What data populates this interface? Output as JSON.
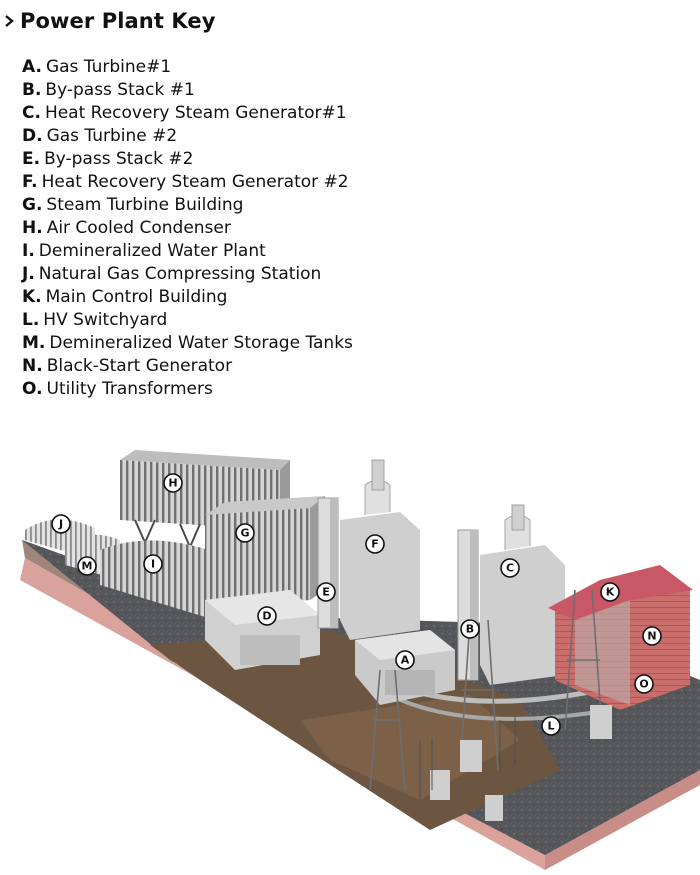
{
  "header": {
    "title": "Power Plant Key",
    "icon": "chevron-right-icon"
  },
  "legend": [
    {
      "letter": "A.",
      "text": "Gas Turbine#1"
    },
    {
      "letter": "B.",
      "text": "By-pass Stack #1"
    },
    {
      "letter": "C.",
      "text": "Heat Recovery Steam Generator#1"
    },
    {
      "letter": "D.",
      "text": "Gas Turbine #2"
    },
    {
      "letter": "E.",
      "text": "By-pass Stack #2"
    },
    {
      "letter": "F.",
      "text": "Heat Recovery Steam Generator #2"
    },
    {
      "letter": "G.",
      "text": "Steam Turbine Building"
    },
    {
      "letter": "H.",
      "text": "Air Cooled Condenser"
    },
    {
      "letter": "I.",
      "text": "Demineralized Water Plant"
    },
    {
      "letter": "J.",
      "text": "Natural Gas Compressing Station"
    },
    {
      "letter": "K.",
      "text": "Main Control Building"
    },
    {
      "letter": "L.",
      "text": "HV Switchyard"
    },
    {
      "letter": "M.",
      "text": "Demineralized Water Storage Tanks"
    },
    {
      "letter": "N.",
      "text": "Black-Start Generator"
    },
    {
      "letter": "O.",
      "text": "Utility Transformers"
    }
  ],
  "diagram_labels": {
    "A": "A",
    "B": "B",
    "C": "C",
    "D": "D",
    "E": "E",
    "F": "F",
    "G": "G",
    "H": "H",
    "I": "I",
    "J": "J",
    "K": "K",
    "L": "L",
    "M": "M",
    "N": "N",
    "O": "O"
  },
  "colors": {
    "ground_top": "#6b5a48",
    "ground_side": "#d9a39c",
    "gravel": "#55575a",
    "pad": "#7a6047",
    "building_roof": "#d8d8d8",
    "control_building": "#c95c5c"
  }
}
